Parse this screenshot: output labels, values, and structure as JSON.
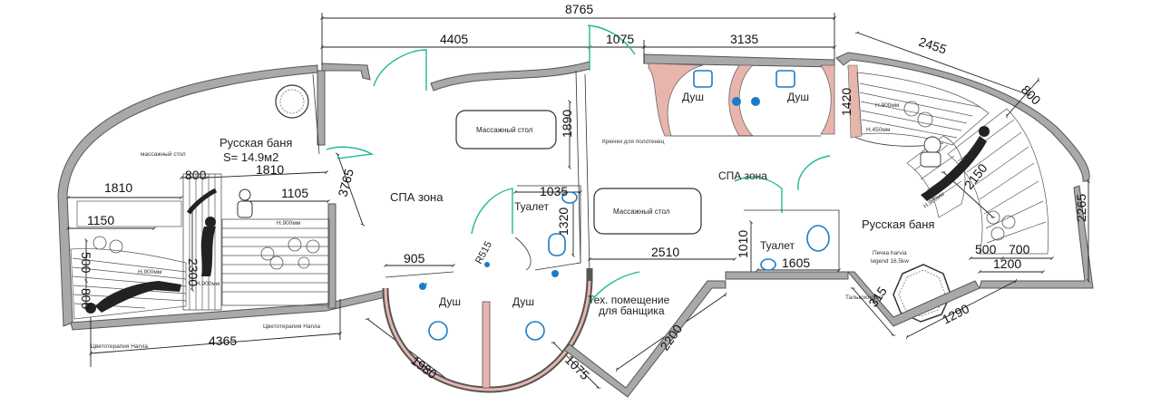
{
  "rooms": {
    "sauna_left": "Русская баня",
    "sauna_left_area": "S= 14.9м2",
    "massage_label_small": "массажный стол",
    "spa_left": "СПА зона",
    "massage_table_1": "Массажный стол",
    "massage_table_2": "Массажный стол",
    "toilet_1": "Туалет",
    "toilet_2": "Туалет",
    "shower_1": "Душ",
    "shower_2": "Душ",
    "shower_3": "Душ",
    "shower_4": "Душ",
    "hooks": "Крючки для полотенец",
    "spa_right": "СПА зона",
    "tech_room_1": "Тех. помещение",
    "tech_room_2": "для банщика",
    "sauna_right": "Русская баня",
    "stove_1": "Печка harvia",
    "stove_2": "legend 16,5kw",
    "talc": "Талькохлорит",
    "color_therapy_1": "Цветотерапия Harvia",
    "color_therapy_2": "Цветотерапия Harvia",
    "radius": "R515"
  },
  "bench_heights": {
    "h900_a": "H.900мм",
    "h900_b": "H.900мм",
    "h900_c": "H.900мм",
    "h900_d": "H.900мм",
    "h450": "H.450мм",
    "h900_e": "H.900мм"
  },
  "dimensions": {
    "total": "8765",
    "d4405": "4405",
    "d1075_top": "1075",
    "d3135": "3135",
    "d2455": "2455",
    "d800_right": "800",
    "d1890": "1890",
    "d3765": "3765",
    "d1810_a": "1810",
    "d800_mid": "800",
    "d1810_b": "1810",
    "d1105": "1105",
    "d1150": "1150",
    "d2300": "2300",
    "d500_left": "500",
    "d800_left": "800",
    "d4365": "4365",
    "d905": "905",
    "d1035": "1035",
    "d1320": "1320",
    "d1980": "1980",
    "d1075_bottom": "1075",
    "d2200": "2200",
    "d2510": "2510",
    "d1010": "1010",
    "d1605": "1605",
    "d1420": "1420",
    "d2150": "2150",
    "d2265": "2265",
    "d500_right": "500",
    "d700": "700",
    "d1200": "1200",
    "d315": "315",
    "d1290": "1290"
  },
  "colors": {
    "door": "#1fb89a",
    "fixture": "#1c7bc4",
    "wall": "#a9a9a9",
    "wall_accent": "#e8b5ad"
  }
}
